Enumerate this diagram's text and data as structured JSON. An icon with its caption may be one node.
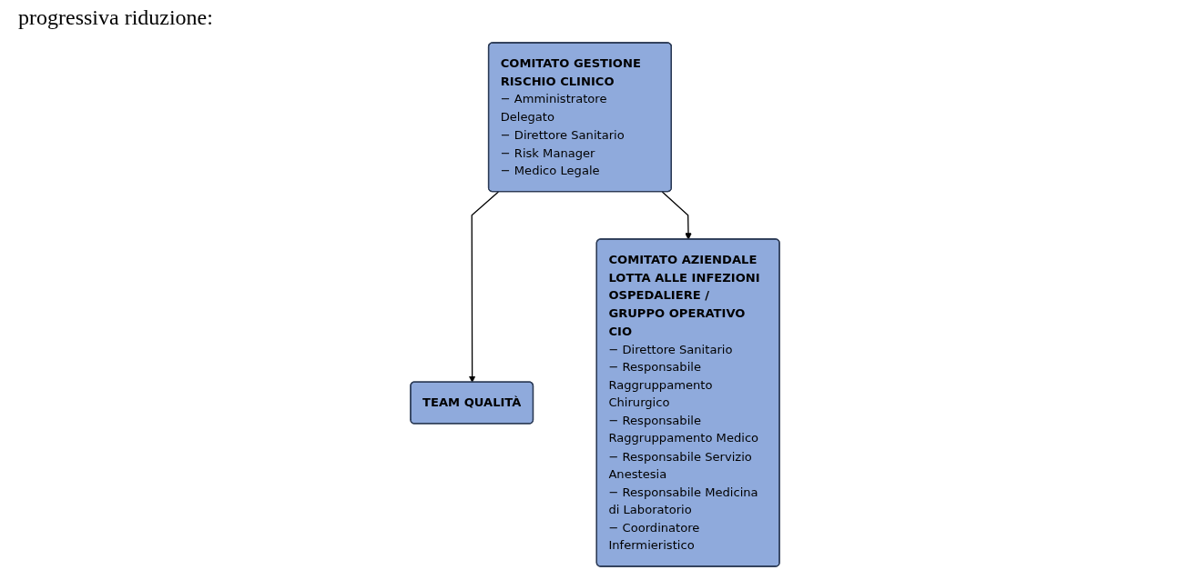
{
  "diagram": {
    "nodes": [
      {
        "text": [
          "COMITATO GESTIONE RISCHIO CLINICO",
          "− Amministratore Delegato",
          "− Direttore Sanitario",
          "− Risk Manager",
          "− Medico Legale"
        ]
      },
      {
        "text": [
          "TEAM QUALITÀ"
        ]
      },
      {
        "text": [
          "COMITATO AZIENDALE LOTTA ALLE INFEZIONI OSPEDALIERE / GRUPPO OPERATIVO CIO",
          "− Direttore Sanitario",
          "− Responsabile Raggruppamento Chirurgico",
          "− Responsabile Raggruppamento Medico",
          "− Responsabile Servizio Anestesia",
          "− Responsabile Medicina di Laboratorio",
          "− Coordinatore Infermieristico"
        ]
      }
    ],
    "edges": [
      {
        "from": 0,
        "to": 1,
        "arrow": "to"
      },
      {
        "from": 0,
        "to": 2,
        "arrow": "to"
      }
    ],
    "labels": [
      "progressiva riduzione:"
    ]
  }
}
